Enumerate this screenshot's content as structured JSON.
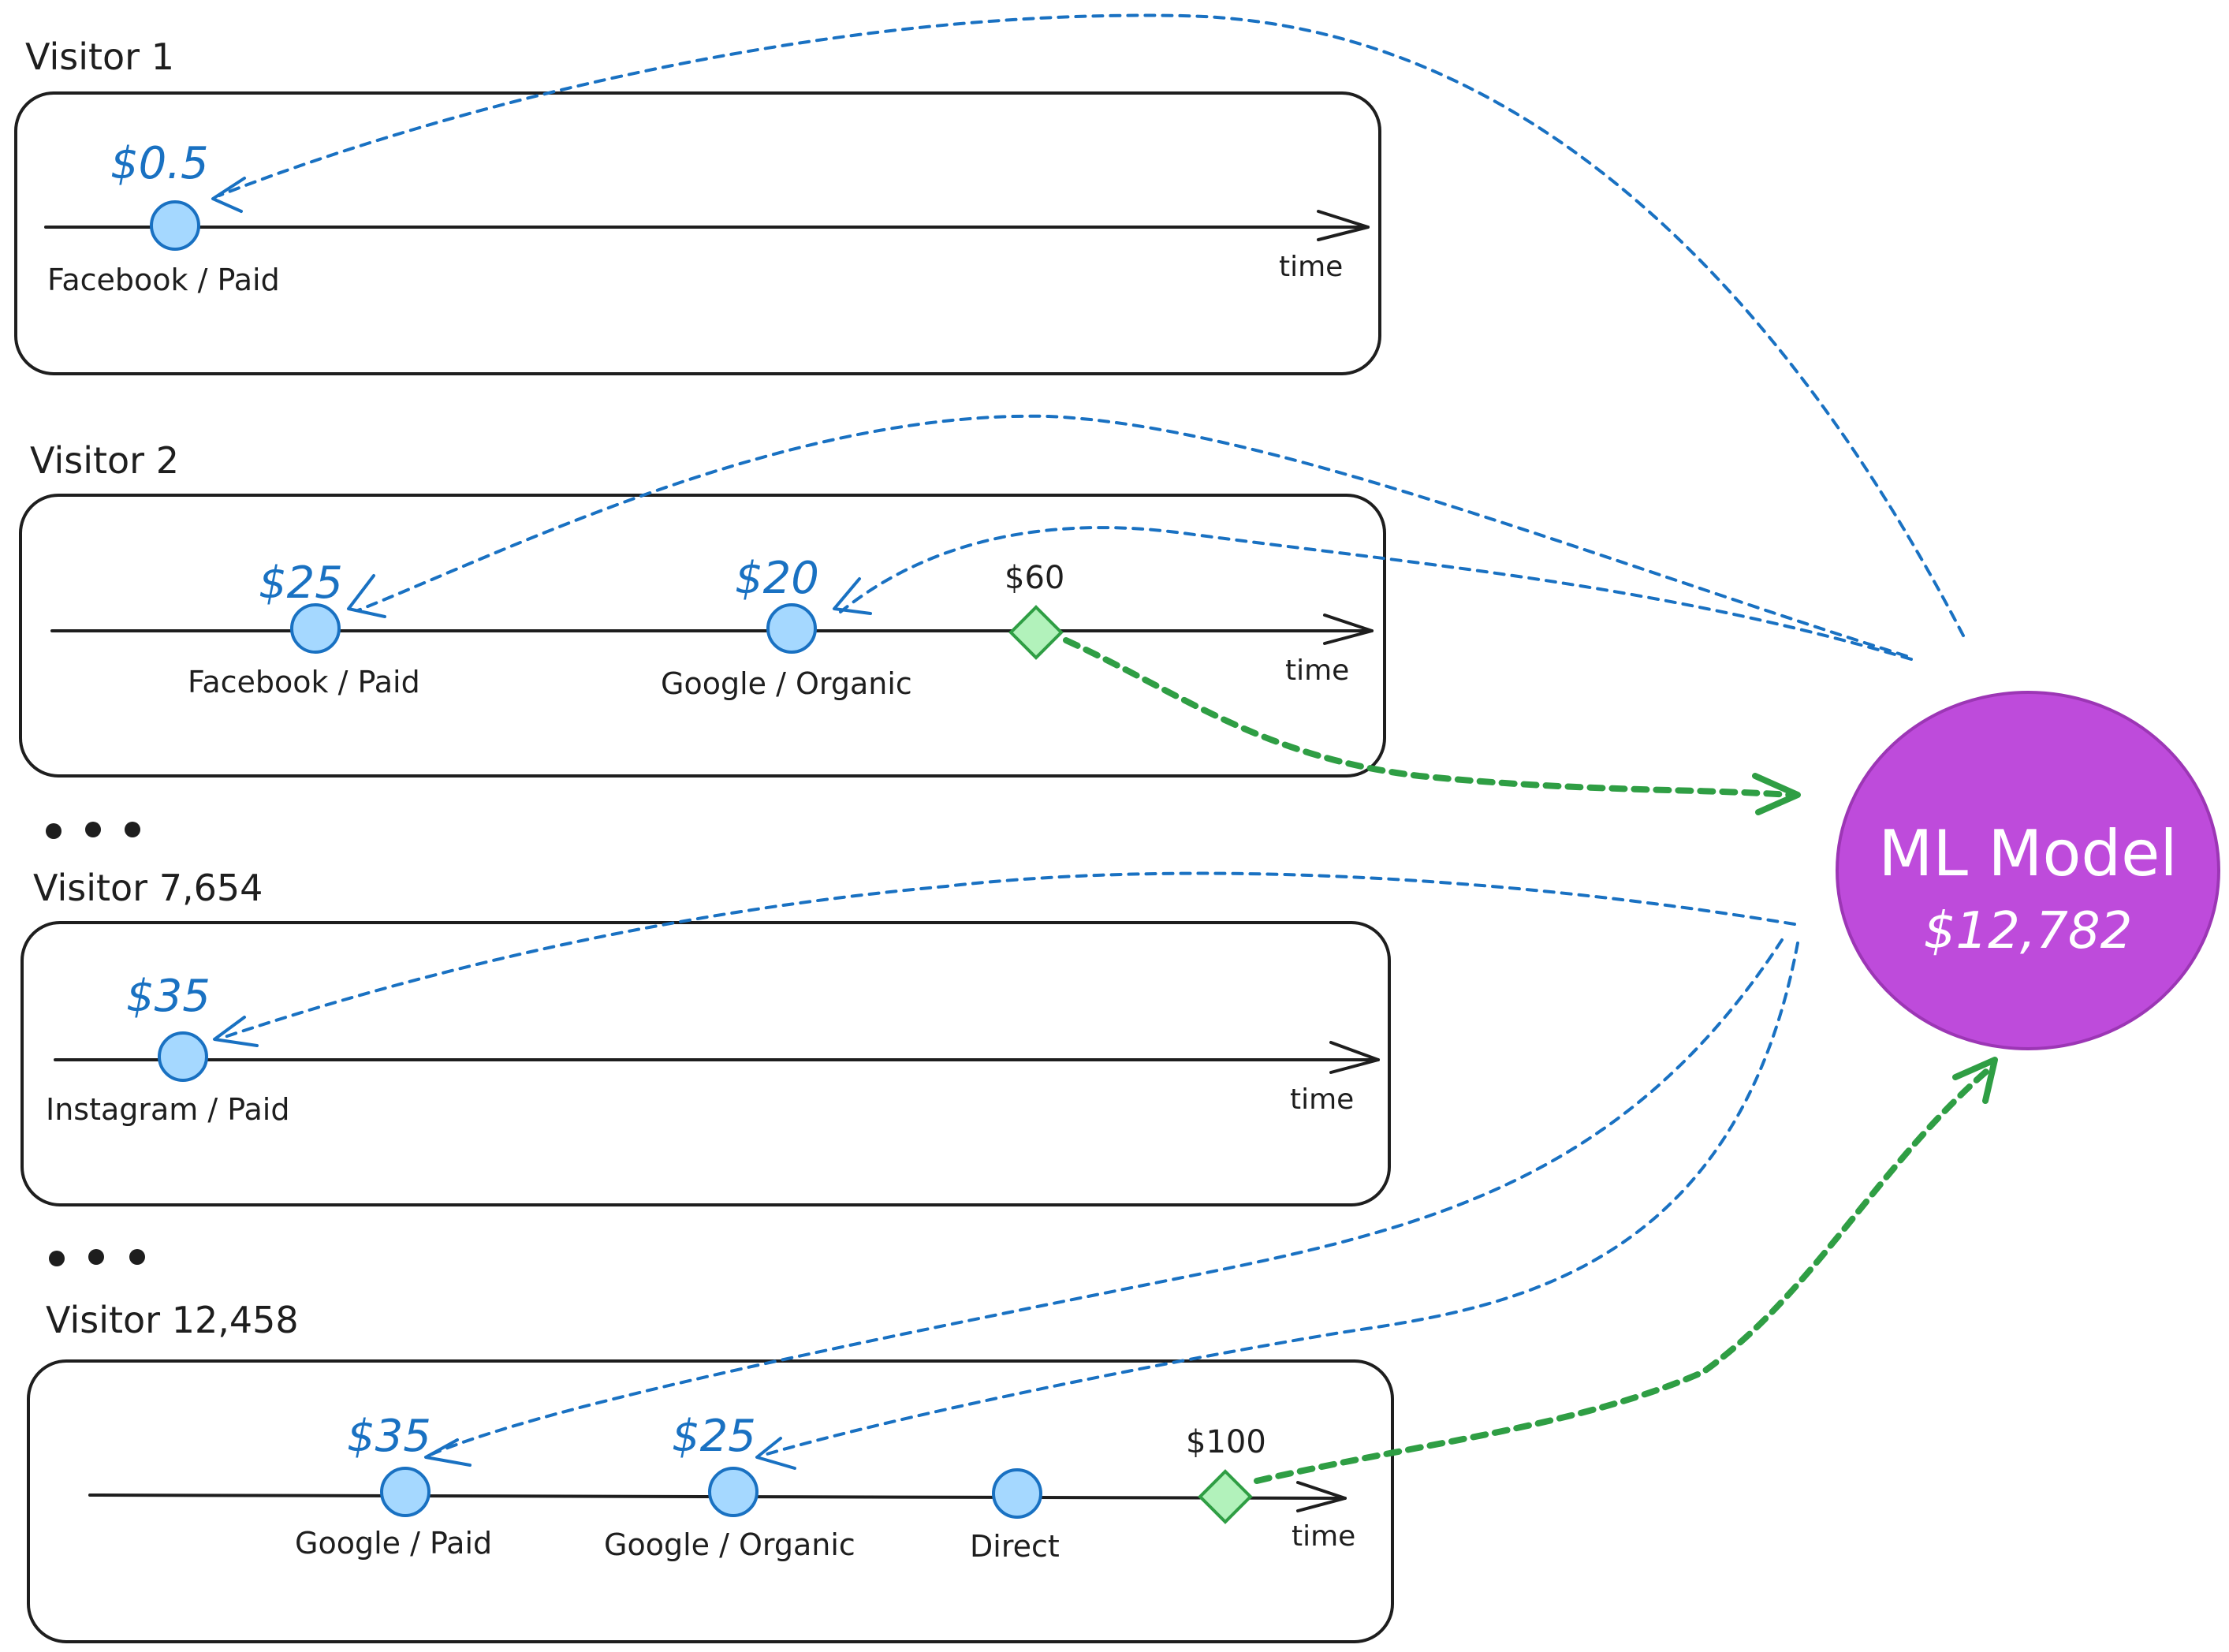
{
  "colors": {
    "touchpoint_fill": "#a5d8ff",
    "touchpoint_stroke": "#1971c2",
    "conversion_fill": "#b2f2bb",
    "conversion_stroke": "#2f9e44",
    "model_fill": "#be4bdb",
    "model_stroke": "#9c36b5",
    "credit_text": "#1971c2"
  },
  "axis_label": "time",
  "visitors": [
    {
      "title": "Visitor 1",
      "touchpoints": [
        {
          "source": "Facebook / Paid",
          "credit": "$0.5"
        }
      ],
      "conversion": null
    },
    {
      "title": "Visitor 2",
      "touchpoints": [
        {
          "source": "Facebook / Paid",
          "credit": "$25"
        },
        {
          "source": "Google / Organic",
          "credit": "$20"
        }
      ],
      "conversion": {
        "value": "$60"
      }
    },
    {
      "title": "Visitor 7,654",
      "touchpoints": [
        {
          "source": "Instagram / Paid",
          "credit": "$35"
        }
      ],
      "conversion": null
    },
    {
      "title": "Visitor 12,458",
      "touchpoints": [
        {
          "source": "Google / Paid",
          "credit": "$35"
        },
        {
          "source": "Google / Organic",
          "credit": "$25"
        },
        {
          "source": "Direct",
          "credit": ""
        }
      ],
      "conversion": {
        "value": "$100"
      }
    }
  ],
  "model": {
    "title": "ML Model",
    "value": "$12,782"
  }
}
